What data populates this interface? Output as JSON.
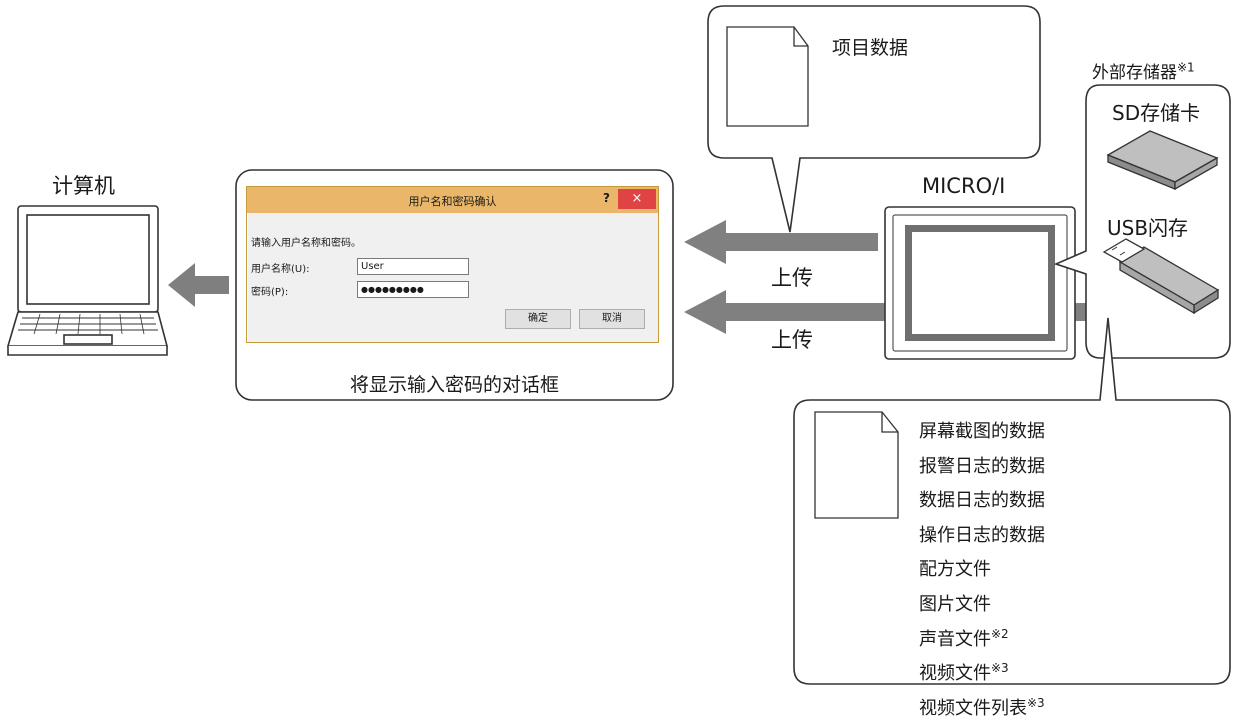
{
  "computer": {
    "label": "计算机"
  },
  "dialog": {
    "title": "用户名和密码确认",
    "help": "?",
    "close": "×",
    "instruction": "请输入用户名称和密码。",
    "username_label": "用户名称(U):",
    "username_value": "User",
    "password_label": "密码(P):",
    "password_value": "●●●●●●●●●",
    "ok": "确定",
    "cancel": "取消",
    "caption": "将显示输入密码的对话框"
  },
  "arrows": {
    "upload1": "上传",
    "upload2": "上传"
  },
  "project_callout": {
    "label": "项目数据"
  },
  "device": {
    "label": "MICRO/I"
  },
  "storage": {
    "title": "外部存储器",
    "title_note": "※1",
    "sd": "SD存储卡",
    "usb": "USB闪存"
  },
  "data_list": [
    {
      "text": "屏幕截图的数据",
      "note": ""
    },
    {
      "text": "报警日志的数据",
      "note": ""
    },
    {
      "text": "数据日志的数据",
      "note": ""
    },
    {
      "text": "操作日志的数据",
      "note": ""
    },
    {
      "text": "配方文件",
      "note": ""
    },
    {
      "text": "图片文件",
      "note": ""
    },
    {
      "text": "声音文件",
      "note": "※2"
    },
    {
      "text": "视频文件",
      "note": "※3"
    },
    {
      "text": "视频文件列表",
      "note": "※3"
    }
  ]
}
